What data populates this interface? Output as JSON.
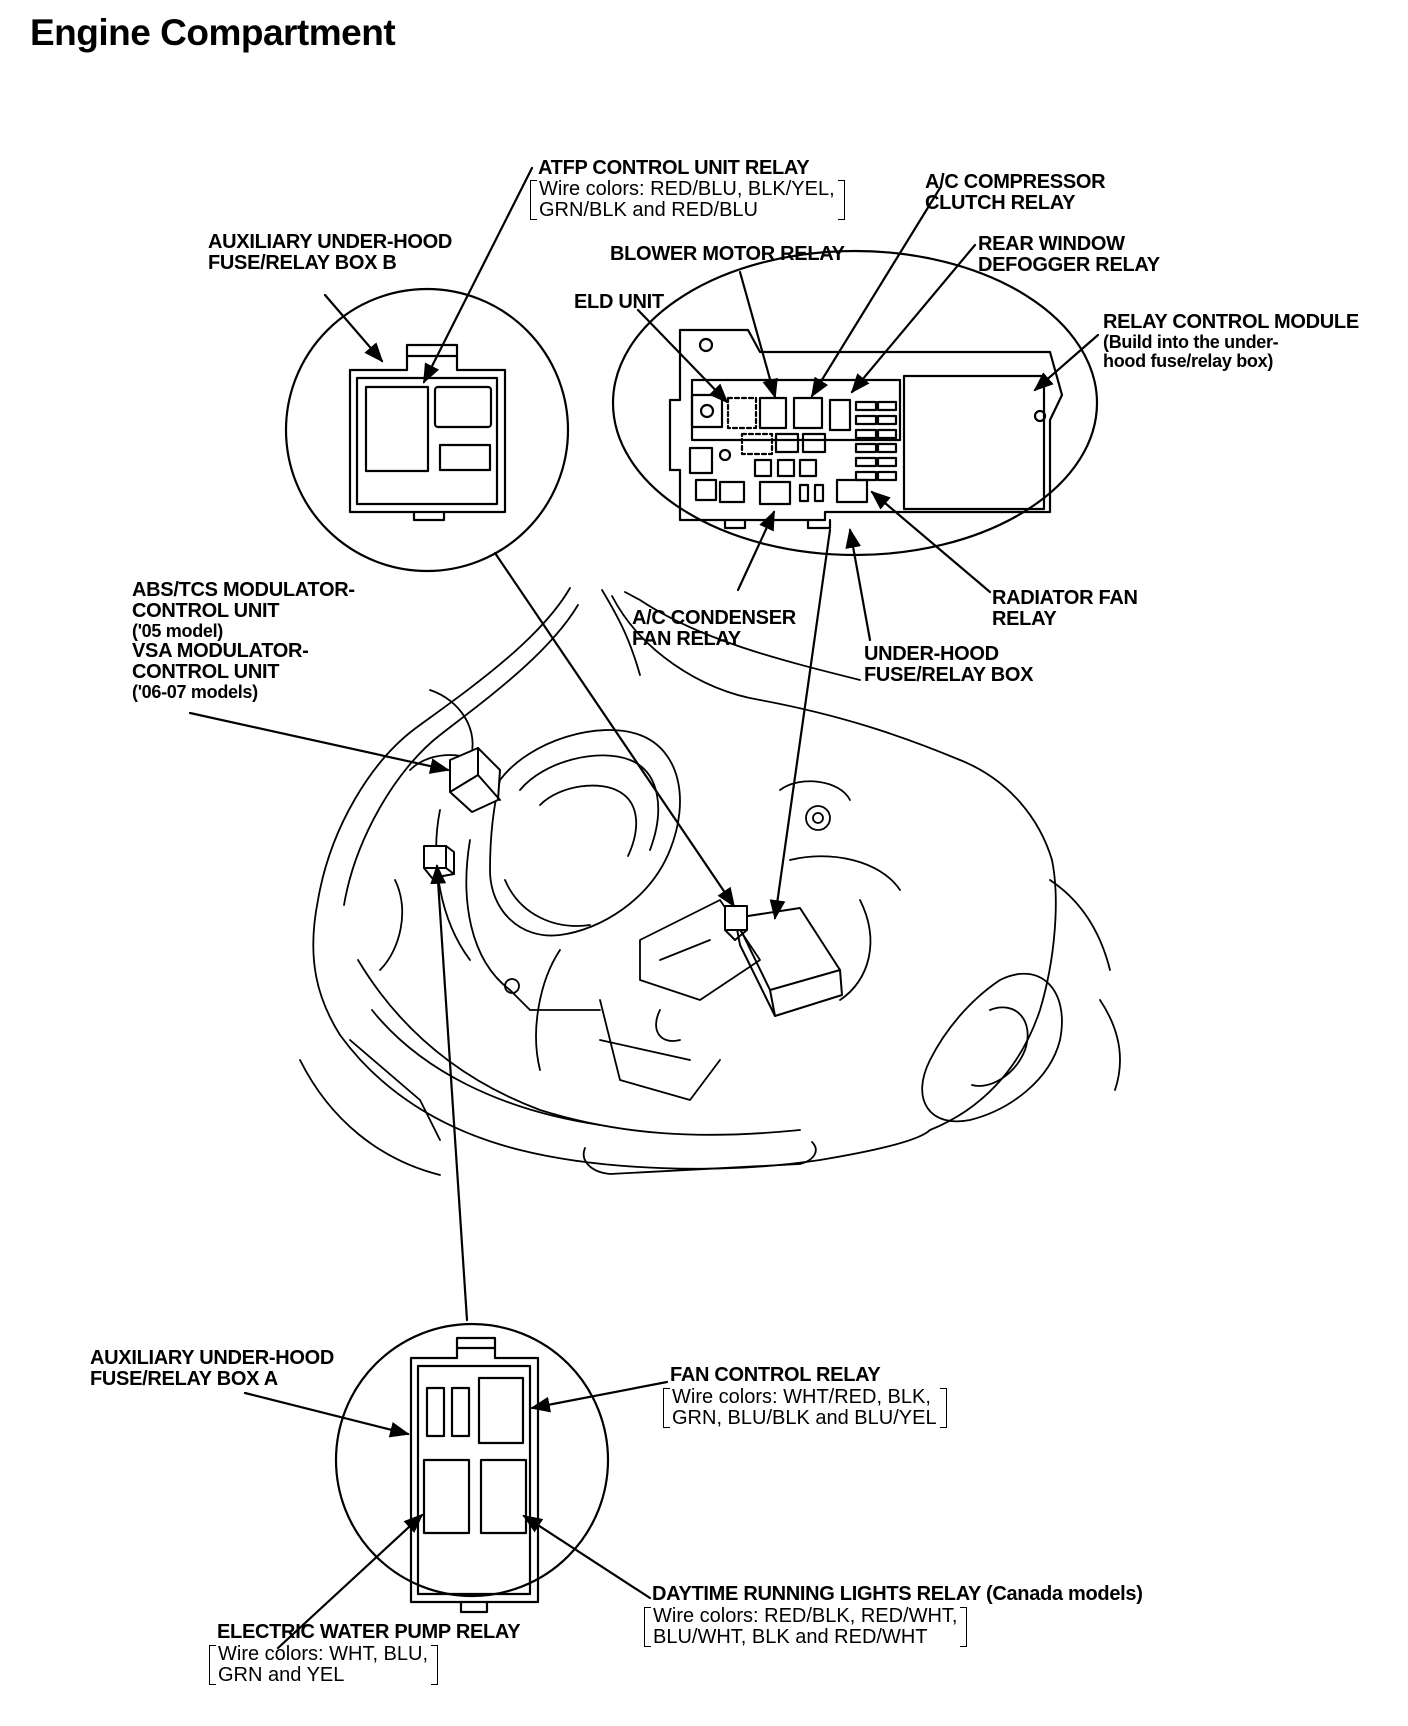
{
  "title": "Engine Compartment",
  "labels": {
    "atfp": {
      "name": "ATFP CONTROL UNIT RELAY",
      "wire": [
        "Wire colors: RED/BLU, BLK/YEL,",
        "GRN/BLK and RED/BLU"
      ]
    },
    "ac_compressor": [
      "A/C COMPRESSOR",
      "CLUTCH RELAY"
    ],
    "aux_b": [
      "AUXILIARY UNDER-HOOD",
      "FUSE/RELAY BOX B"
    ],
    "blower": "BLOWER MOTOR RELAY",
    "rear_window": [
      "REAR WINDOW",
      "DEFOGGER RELAY"
    ],
    "eld": "ELD UNIT",
    "relay_control": {
      "name": "RELAY CONTROL MODULE",
      "note": [
        "(Build into the under-",
        "hood fuse/relay box)"
      ]
    },
    "abs": {
      "line1": "ABS/TCS MODULATOR-",
      "line2": "CONTROL UNIT",
      "line3": "('05 model)",
      "line4": "VSA MODULATOR-",
      "line5": "CONTROL UNIT",
      "line6": "('06-07 models)"
    },
    "ac_condenser": [
      "A/C CONDENSER",
      "FAN RELAY"
    ],
    "radiator": [
      "RADIATOR FAN",
      "RELAY"
    ],
    "underhood": [
      "UNDER-HOOD",
      "FUSE/RELAY BOX"
    ],
    "aux_a": [
      "AUXILIARY UNDER-HOOD",
      "FUSE/RELAY BOX A"
    ],
    "fan_control": {
      "name": "FAN CONTROL RELAY",
      "wire": [
        "Wire colors: WHT/RED, BLK,",
        "GRN, BLU/BLK and BLU/YEL"
      ]
    },
    "drl": {
      "name": "DAYTIME RUNNING LIGHTS RELAY",
      "note": "(Canada models)",
      "wire": [
        "Wire colors: RED/BLK, RED/WHT,",
        "BLU/WHT, BLK and RED/WHT"
      ]
    },
    "water_pump": {
      "name": "ELECTRIC WATER PUMP RELAY",
      "wire": [
        "Wire colors: WHT, BLU,",
        "GRN and YEL"
      ]
    }
  }
}
